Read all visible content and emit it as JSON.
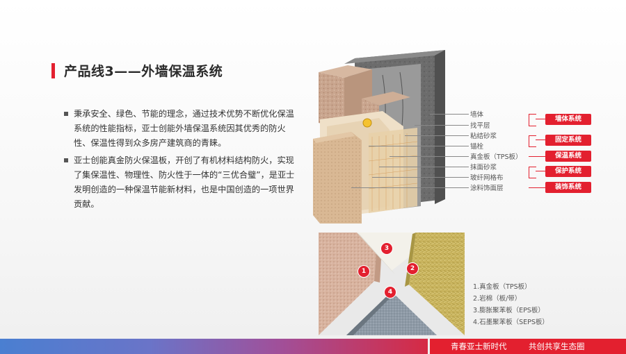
{
  "title": "产品线3——外墙保温系统",
  "bullets": [
    "秉承安全、绿色、节能的理念，通过技术优势不断优化保温系统的性能指标，亚士创能外墙保温系统因其优秀的防火性、保温性得到众多房产建筑商的青睐。",
    "亚士创能真金防火保温板，开创了有机材料结构防火，实现了集保温性、物理性、防火性于一体的“三优合璧”，是亚士发明创造的一种保温节能新材料，也是中国创造的一项世界贡献。"
  ],
  "layers": [
    "墙体",
    "找平层",
    "粘结砂浆",
    "锚栓",
    "真金板（TPS板）",
    "抹面砂浆",
    "玻纤网格布",
    "涂料饰面层"
  ],
  "systems": [
    "墙体系统",
    "固定系统",
    "保温系统",
    "保护系统",
    "装饰系统"
  ],
  "sample_markers": [
    "1",
    "2",
    "3",
    "4"
  ],
  "materials": [
    "1.真金板（TPS板）",
    "2.岩棉（板/带）",
    "3.膨胀聚苯板（EPS板）",
    "4.石墨聚苯板（SEPS板）"
  ],
  "footer": {
    "slogan1": "青春亚士新时代",
    "slogan2": "共创共享生态圈"
  },
  "colors": {
    "accent": "#e3202f"
  }
}
